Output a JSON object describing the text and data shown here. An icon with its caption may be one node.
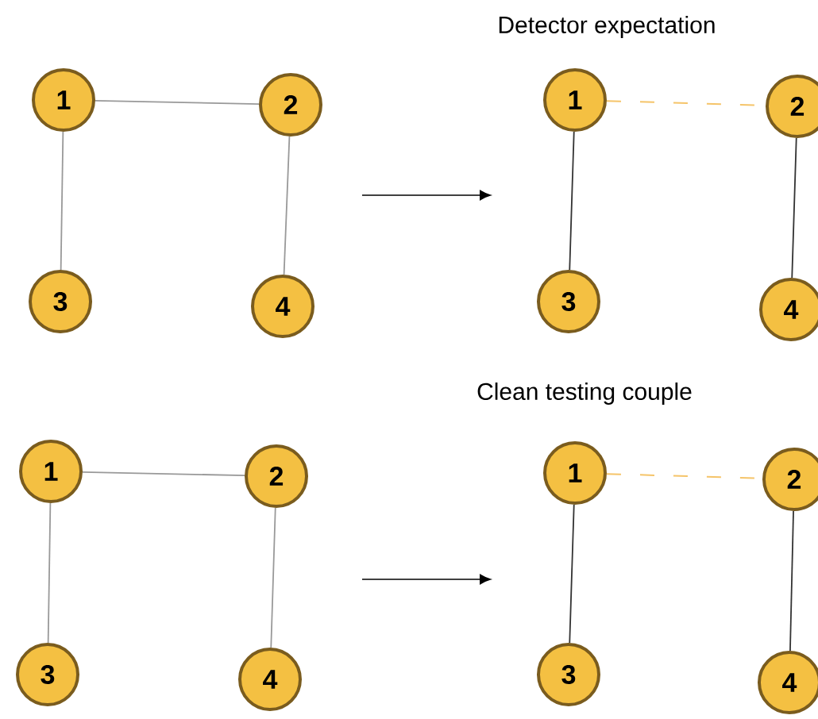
{
  "diagram": {
    "nodes": [
      {
        "text": [
          "1"
        ]
      },
      {
        "text": [
          "2"
        ]
      },
      {
        "text": [
          "3"
        ]
      },
      {
        "text": [
          "4"
        ]
      },
      {
        "text": [
          "1"
        ]
      },
      {
        "text": [
          "2"
        ]
      },
      {
        "text": [
          "3"
        ]
      },
      {
        "text": [
          "4"
        ]
      },
      {
        "text": [
          "1"
        ]
      },
      {
        "text": [
          "2"
        ]
      },
      {
        "text": [
          "3"
        ]
      },
      {
        "text": [
          "4"
        ]
      },
      {
        "text": [
          "1"
        ]
      },
      {
        "text": [
          "2"
        ]
      },
      {
        "text": [
          "3"
        ]
      },
      {
        "text": [
          "4"
        ]
      }
    ],
    "edges": [
      {
        "from": 0,
        "to": 1,
        "arrow": "none"
      },
      {
        "from": 0,
        "to": 2,
        "arrow": "none"
      },
      {
        "from": 1,
        "to": 3,
        "arrow": "none"
      },
      {
        "from": 4,
        "to": 5,
        "arrow": "none",
        "style": "dashed",
        "color": "#f5c469"
      },
      {
        "from": 4,
        "to": 6,
        "arrow": "none",
        "color": "#333333"
      },
      {
        "from": 5,
        "to": 7,
        "arrow": "none",
        "color": "#333333"
      },
      {
        "from": 8,
        "to": 9,
        "arrow": "none"
      },
      {
        "from": 8,
        "to": 10,
        "arrow": "none"
      },
      {
        "from": 9,
        "to": 11,
        "arrow": "none"
      },
      {
        "from": 12,
        "to": 13,
        "arrow": "none",
        "style": "dashed",
        "color": "#f5c469"
      },
      {
        "from": 12,
        "to": 14,
        "arrow": "none",
        "color": "#333333"
      },
      {
        "from": 13,
        "to": 15,
        "arrow": "none",
        "color": "#333333"
      }
    ],
    "labels": [
      "Detector expectation",
      "Clean testing couple"
    ]
  }
}
